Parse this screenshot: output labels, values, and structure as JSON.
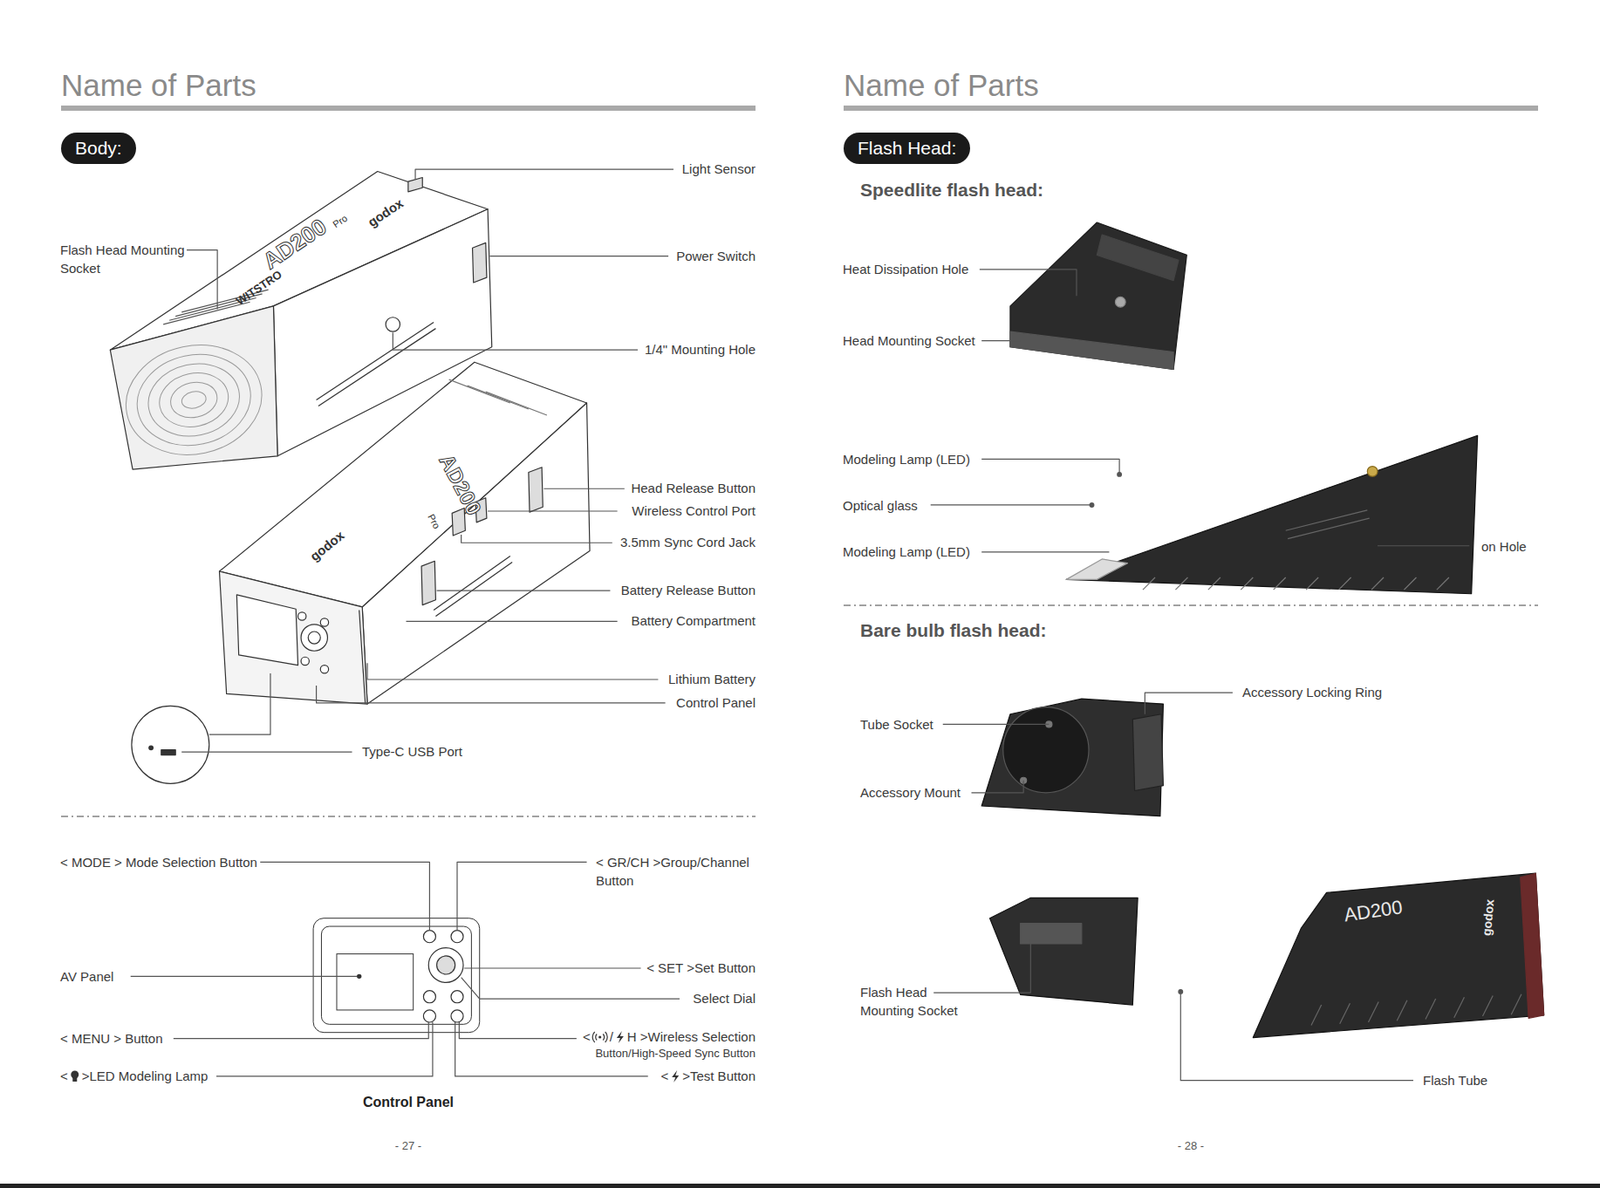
{
  "diagram": {
    "title": "Name of Parts",
    "nodes": [
      {
        "text": [
          "Body:"
        ]
      },
      {
        "text": [
          "Flash Head:"
        ]
      }
    ],
    "labels": [
      "Name of Parts",
      "Light Sensor",
      "Flash Head Mounting Socket",
      "Power Switch",
      "1/4\" Mounting Hole",
      "Head Release Button",
      "Wireless Control Port",
      "3.5mm Sync Cord Jack",
      "Battery Release Button",
      "Battery Compartment",
      "Lithium Battery",
      "Control Panel",
      "Type-C USB Port",
      "< MODE > Mode Selection Button",
      "< GR/CH >Group/Channel Button",
      "AV Panel",
      "< SET >Set Button",
      "Select Dial",
      "< MENU > Button",
      "<",
      "/",
      "H >Wireless Selection",
      "Button/High-Speed Sync Button",
      "<",
      ">LED Modeling Lamp",
      "<",
      ">Test Button",
      "Control Panel",
      "- 27 -",
      "Speedlite flash head:",
      "Heat Dissipation Hole",
      "Head Mounting Socket",
      "Modeling Lamp (LED)",
      "Optical glass",
      "Modeling Lamp (LED)",
      "on Hole",
      "Bare bulb flash head:",
      "Accessory Locking Ring",
      "Tube Socket",
      "Accessory Mount",
      "Flash Head Mounting Socket",
      "Flash Tube",
      "- 28 -",
      "AD200",
      "Pro",
      "godox",
      "WITSTRO",
      "AD200",
      "Pro",
      "godox",
      "AD200",
      "godox"
    ]
  }
}
